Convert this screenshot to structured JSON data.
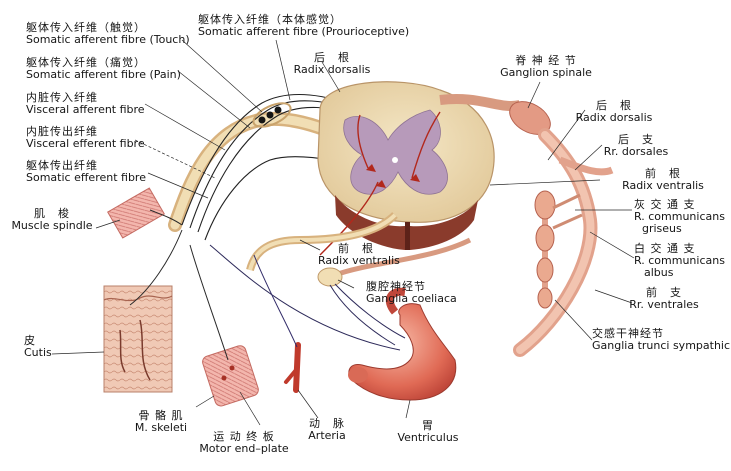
{
  "labels": {
    "somatic_touch": {
      "zh": "躯体传入纤维（触觉）",
      "en": "Somatic afferent fibre (Touch)"
    },
    "somatic_proprio": {
      "zh": "躯体传入纤维（本体感觉）",
      "en": "Somatic afferent fibre (Prourioceptive)"
    },
    "somatic_pain": {
      "zh": "躯体传入纤维（痛觉）",
      "en": "Somatic afferent fibre (Pain)"
    },
    "visceral_afferent": {
      "zh": "内脏传入纤维",
      "en": "Visceral afferent fibre"
    },
    "visceral_efferent": {
      "zh": "内脏传出纤维",
      "en": "Visceral efferent fibre"
    },
    "somatic_efferent": {
      "zh": "躯体传出纤维",
      "en": "Somatic efferent fibre"
    },
    "muscle_spindle": {
      "zh": "肌　梭",
      "en": "Muscle spindle"
    },
    "cutis": {
      "zh": "皮",
      "en": "Cutis"
    },
    "m_skeleti": {
      "zh": "骨 骼 肌",
      "en": "M. skeleti"
    },
    "motor_endplate": {
      "zh": "运 动 终 板",
      "en": "Motor end–plate"
    },
    "arteria": {
      "zh": "动　脉",
      "en": "Arteria"
    },
    "ventriculus": {
      "zh": "胃",
      "en": "Ventriculus"
    },
    "ganglia_coeliaca": {
      "zh": "腹腔神经节",
      "en": "Ganglia coeliaca"
    },
    "radix_ventralis_inner": {
      "zh": "前　根",
      "en": "Radix ventralis"
    },
    "radix_dorsalis_top": {
      "zh": "后　根",
      "en": "Radix dorsalis"
    },
    "ganglion_spinale": {
      "zh": "脊 神 经 节",
      "en": "Ganglion spinale"
    },
    "radix_dorsalis_right": {
      "zh": "后　根",
      "en": "Radix dorsalis"
    },
    "rr_dorsales": {
      "zh": "后　支",
      "en": "Rr. dorsales"
    },
    "radix_ventralis_right": {
      "zh": "前　根",
      "en": "Radix ventralis"
    },
    "r_comm_griseus": {
      "zh": "灰 交 通 支",
      "en": "R. communicans",
      "en2": "griseus"
    },
    "r_comm_albus": {
      "zh": "白 交 通 支",
      "en": "R. communicans",
      "en2": "albus"
    },
    "rr_ventrales": {
      "zh": "前　支",
      "en": "Rr. ventrales"
    },
    "ganglia_trunci": {
      "zh": "交感干神经节",
      "en": "Ganglia trunci sympathici"
    }
  }
}
